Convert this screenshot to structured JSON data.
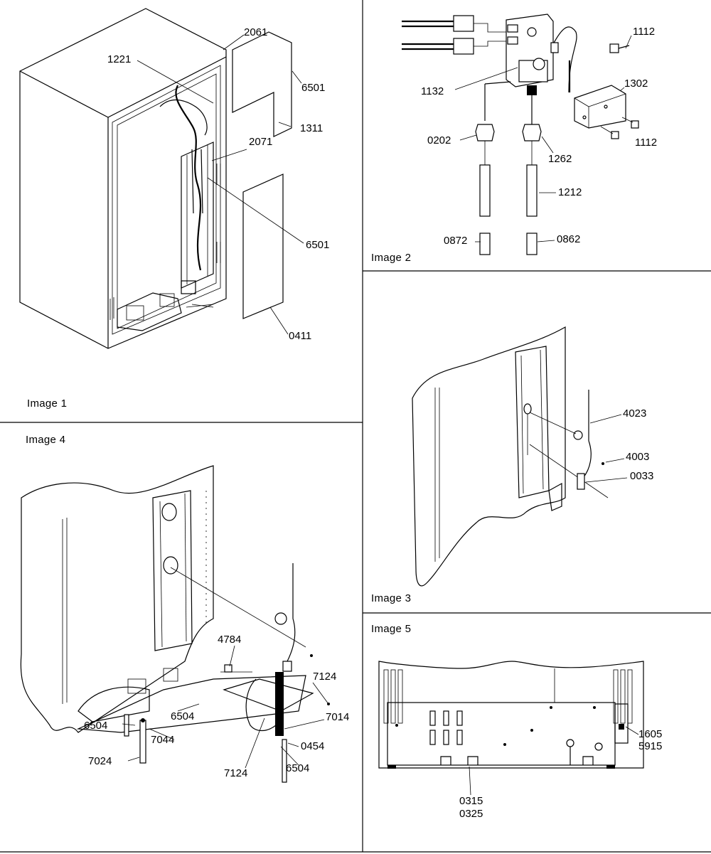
{
  "panels": {
    "image1": {
      "title": "Image 1",
      "callouts": [
        "2061",
        "1221",
        "6501",
        "1311",
        "2071",
        "6501",
        "0411"
      ]
    },
    "image2": {
      "title": "Image 2",
      "callouts": [
        "1112",
        "1302",
        "1132",
        "1112",
        "0202",
        "1262",
        "1212",
        "0872",
        "0862"
      ]
    },
    "image3": {
      "title": "Image 3",
      "callouts": [
        "4023",
        "4003",
        "0033"
      ]
    },
    "image4": {
      "title": "Image 4",
      "callouts": [
        "4784",
        "7124",
        "6504",
        "7014",
        "6504",
        "7044",
        "0454",
        "7024",
        "7124",
        "6504"
      ]
    },
    "image5": {
      "title": "Image 5",
      "callouts": [
        "1605",
        "5915",
        "0315",
        "0325"
      ]
    }
  }
}
